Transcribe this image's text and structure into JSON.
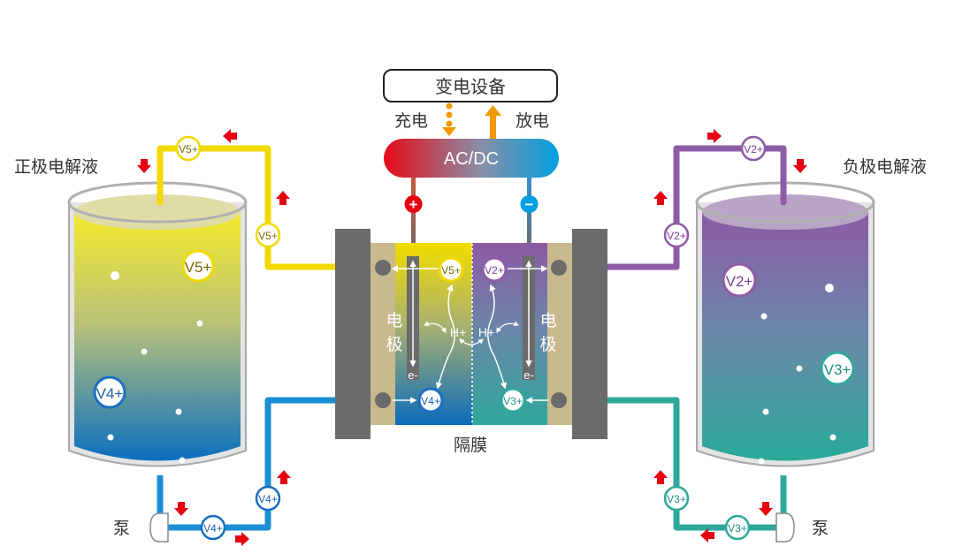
{
  "title_box": {
    "label": "变电设备"
  },
  "flow": {
    "charge_label": "充电",
    "discharge_label": "放电"
  },
  "converter": {
    "label": "AC/DC",
    "positive_symbol": "+",
    "negative_symbol": "−"
  },
  "left_tank": {
    "label": "正极电解液",
    "ion_top": "V5+",
    "ion_bottom": "V4+",
    "pump_label": "泵"
  },
  "right_tank": {
    "label": "负极电解液",
    "ion_top": "V2+",
    "ion_bottom": "V3+",
    "pump_label": "泵"
  },
  "cell": {
    "electrode_label_left": [
      "电",
      "极"
    ],
    "electrode_label_right": [
      "电",
      "极"
    ],
    "membrane_label": "隔膜",
    "proton_label": "H+",
    "electron_label": "e-",
    "ions": {
      "left_top": "V5+",
      "left_bottom": "V4+",
      "right_top": "V2+",
      "right_bottom": "V3+"
    }
  },
  "pipe_ions": {
    "left_top_pipe": "V5+",
    "left_riser": "V5+",
    "left_bottom_riser": "V4+",
    "left_bottom_pipe": "V4+",
    "right_top_pipe": "V2+",
    "right_riser": "V2+",
    "right_bottom_riser": "V3+",
    "right_bottom_pipe": "V3+"
  },
  "colors": {
    "v5": "#f2d900",
    "v4": "#1b8fd6",
    "v2": "#8e5ba6",
    "v3": "#2fa89c",
    "arrow_red": "#e60012",
    "orange": "#f39800",
    "frame": "#6b6b6b",
    "felt": "#c9b98f"
  }
}
